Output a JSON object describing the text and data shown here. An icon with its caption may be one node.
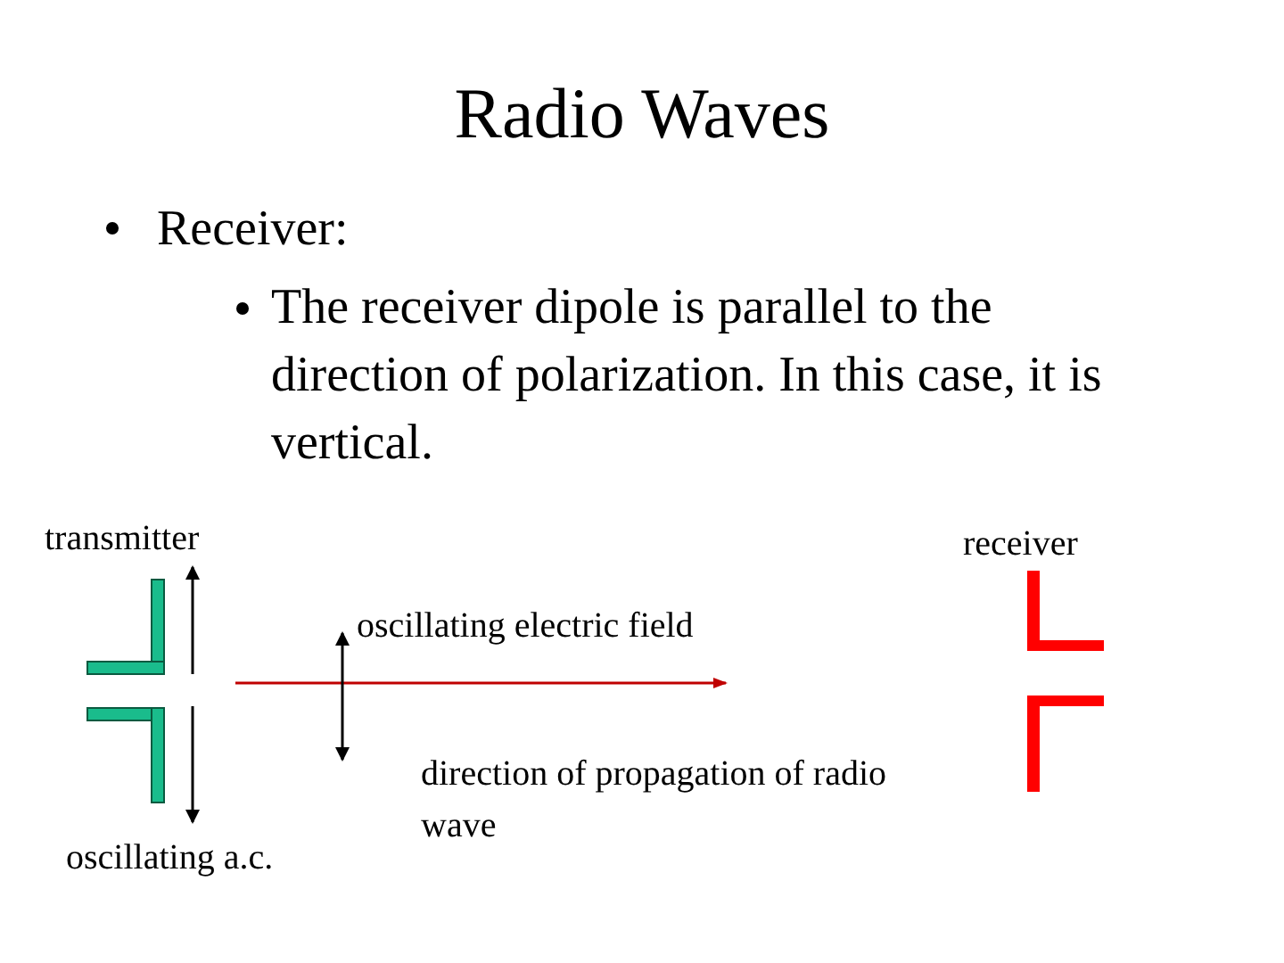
{
  "diagram": {
    "title": "Radio Waves",
    "labels": [
      "Receiver:",
      "The receiver dipole is parallel to the direction of polarization. In this case, it is vertical.",
      "transmitter",
      "receiver",
      "oscillating electric field",
      "direction of propagation of radio wave",
      "oscillating a.c."
    ]
  }
}
